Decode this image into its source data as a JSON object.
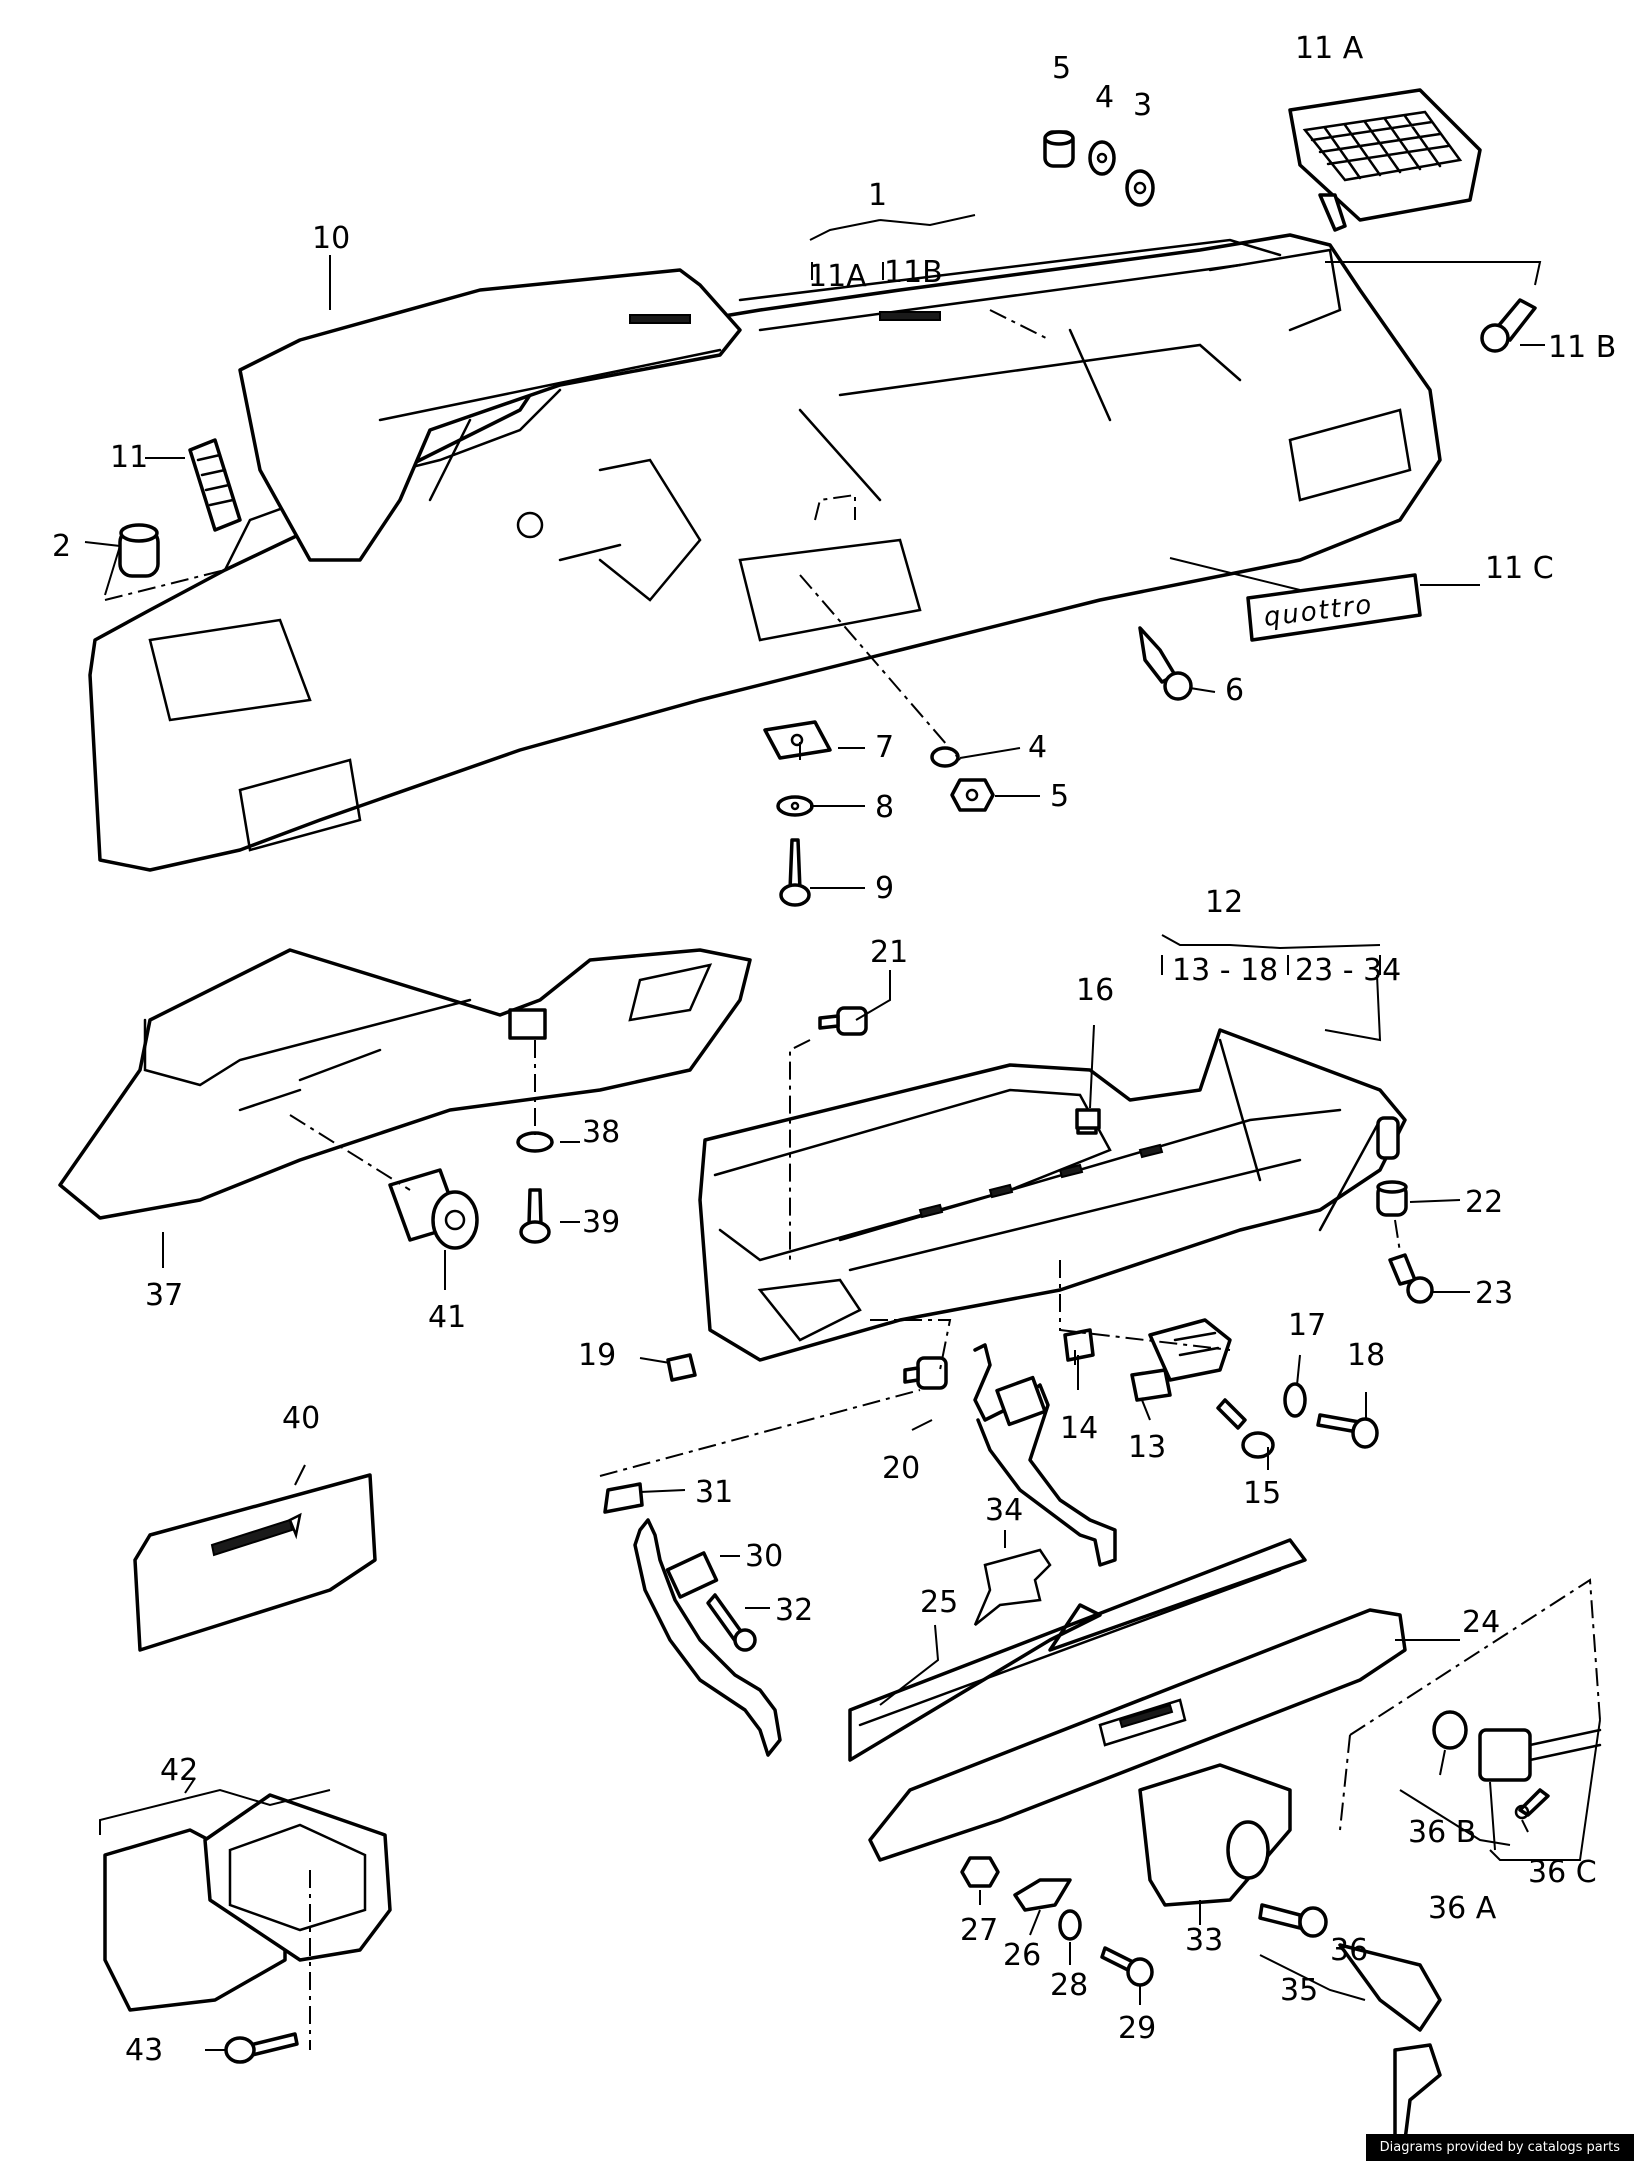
{
  "labels": {
    "l1": "1",
    "l11A_grp": "11A",
    "l11B_grp": "11B",
    "l11A": "11 A",
    "l11B": "11 B",
    "l11C": "11 C",
    "l2": "2",
    "l3": "3",
    "l4a": "4",
    "l4b": "4",
    "l5a": "5",
    "l5b": "5",
    "l6": "6",
    "l7": "7",
    "l8": "8",
    "l9": "9",
    "l10": "10",
    "l11": "11",
    "l12": "12",
    "l1318": "13 - 18",
    "l2334": "23 - 34",
    "l13": "13",
    "l14": "14",
    "l15": "15",
    "l16": "16",
    "l17": "17",
    "l18": "18",
    "l19": "19",
    "l20": "20",
    "l21": "21",
    "l22": "22",
    "l23a": "23",
    "l24": "24",
    "l25": "25",
    "l26": "26",
    "l27": "27",
    "l28": "28",
    "l29": "29",
    "l30": "30",
    "l31": "31",
    "l32": "32",
    "l33": "33",
    "l34": "34",
    "l35": "35",
    "l36": "36",
    "l36A": "36 A",
    "l36B": "36 B",
    "l36C": "36 C",
    "l37": "37",
    "l38": "38",
    "l39": "39",
    "l40": "40",
    "l41": "41",
    "l42": "42",
    "l43": "43"
  },
  "badge": "quottro",
  "footer": "Diagrams provided by catalogs parts"
}
